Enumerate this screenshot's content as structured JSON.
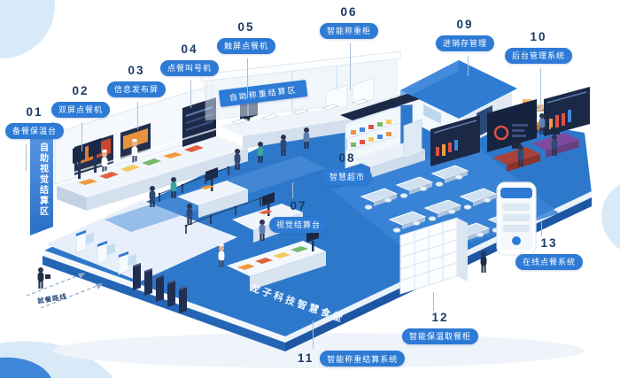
{
  "callouts": [
    {
      "id": "01",
      "label": "备餐保温台"
    },
    {
      "id": "02",
      "label": "双屏点餐机"
    },
    {
      "id": "03",
      "label": "信息发布屏"
    },
    {
      "id": "04",
      "label": "点餐叫号机"
    },
    {
      "id": "05",
      "label": "触屏点餐机"
    },
    {
      "id": "06",
      "label": "智能称重柜"
    },
    {
      "id": "07",
      "label": "视觉结算台"
    },
    {
      "id": "08",
      "label": "智慧超市"
    },
    {
      "id": "09",
      "label": "进销存管理"
    },
    {
      "id": "10",
      "label": "后台管理系统"
    },
    {
      "id": "11",
      "label": "智能称重结算系统"
    },
    {
      "id": "12",
      "label": "智能保温取餐柜"
    },
    {
      "id": "13",
      "label": "在线点餐系统"
    }
  ],
  "scene": {
    "top_zone_banner": "自助称重结算区",
    "left_zone_banner": "自助视觉结算区",
    "floor_brand": "龙子科技智慧食堂",
    "route_label": "就餐路线"
  },
  "colors": {
    "callout_number": "#1c3a66",
    "callout_pill_bg": "#2e7bd6",
    "floor_blue": "#2e78cb",
    "screen_navy": "#1b2947",
    "blob_light_blue": "#d8eaf8",
    "accent_orange": "#f09a40"
  }
}
